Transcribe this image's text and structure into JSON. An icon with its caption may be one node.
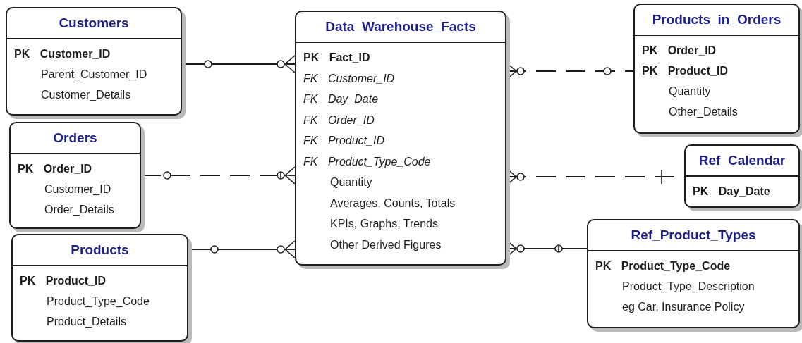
{
  "diagram": {
    "nodes": [
      {
        "text": [
          "Customers",
          "**PK Customer_ID**",
          "Parent_Customer_ID",
          "Customer_Details"
        ]
      },
      {
        "text": [
          "Data_Warehouse_Facts",
          "**PK Fact_ID**",
          "*FK Customer_ID*",
          "*FK Day_Date*",
          "*FK Order_ID*",
          "*FK Product_ID*",
          "*FK Product_Type_Code*",
          "Quantity",
          "Averages, Counts, Totals",
          "KPIs, Graphs, Trends",
          "Other Derived Figures"
        ]
      },
      {
        "text": [
          "Products_in_Orders",
          "**PK Order_ID**",
          "**PK Product_ID**",
          "Quantity",
          "Other_Details"
        ]
      },
      {
        "text": [
          "Orders",
          "**PK Order_ID**",
          "Customer_ID",
          "Order_Details"
        ]
      },
      {
        "text": [
          "Ref_Calendar",
          "**PK Day_Date**"
        ]
      },
      {
        "text": [
          "Products",
          "**PK Product_ID**",
          "Product_Type_Code",
          "Product_Details"
        ]
      },
      {
        "text": [
          "Ref_Product_Types",
          "**PK Product_Type_Code**",
          "Product_Type_Description",
          "eg Car, Insurance Policy"
        ]
      }
    ],
    "edges": [
      {
        "from": 0,
        "to": 1,
        "arrow": "other"
      },
      {
        "from": 3,
        "to": 1,
        "arrow": "other",
        "style": "dashed"
      },
      {
        "from": 5,
        "to": 1,
        "arrow": "other"
      },
      {
        "from": 1,
        "to": 2,
        "arrow": "other",
        "style": "dashed"
      },
      {
        "from": 1,
        "to": 4,
        "arrow": "other",
        "style": "dashed"
      },
      {
        "from": 1,
        "to": 6,
        "arrow": "other"
      }
    ]
  }
}
